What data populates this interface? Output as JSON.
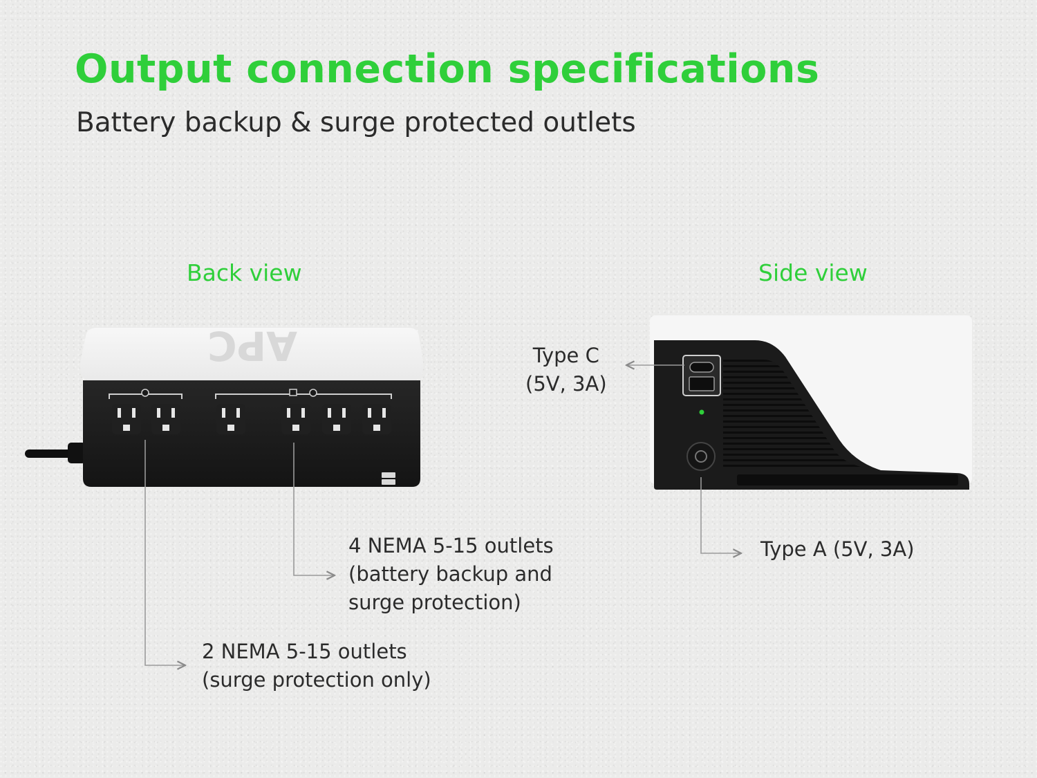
{
  "header": {
    "title": "Output connection specifications",
    "subtitle": "Battery backup & surge protected outlets"
  },
  "views": {
    "back_label": "Back view",
    "side_label": "Side view"
  },
  "device": {
    "logo_text": "APC"
  },
  "callouts": {
    "type_c": [
      "Type C",
      "(5V, 3A)"
    ],
    "type_a": "Type A (5V, 3A)",
    "battery_outlets": [
      "4 NEMA 5-15 outlets",
      "(battery backup and",
      "surge protection)"
    ],
    "surge_outlets": [
      "2 NEMA 5-15 outlets",
      "(surge protection only)"
    ]
  },
  "colors": {
    "accent_green": "#2fcf3a",
    "device_black": "#1c1c1c",
    "device_white": "#f4f4f4",
    "leader_line": "#9a9a9a"
  },
  "icons": {
    "arrow": "arrow-right-icon",
    "outlet": "nema-outlet-icon",
    "usb_c": "usb-c-port-icon",
    "usb_a": "usb-a-port-icon",
    "power": "power-button-icon"
  }
}
